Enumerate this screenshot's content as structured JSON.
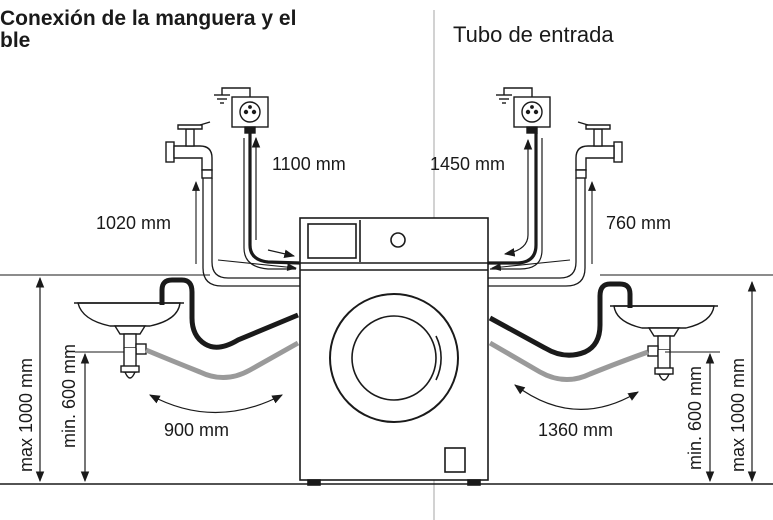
{
  "section_title": {
    "line1": "Conexión de la manguera y el",
    "line2": "ble"
  },
  "column_title": "Tubo de entrada",
  "labels": {
    "power_left": "1100 mm",
    "power_right": "1450 mm",
    "inlet_left": "1020 mm",
    "inlet_right": "760 mm",
    "drain_left": "900 mm",
    "drain_right": "1360 mm",
    "max_height_left": "max 1000 mm",
    "min_height_left": "min. 600 mm",
    "max_height_right": "max 1000 mm",
    "min_height_right": "min. 600 mm"
  },
  "colors": {
    "line": "#1a1a1a",
    "gray_hose": "#9a9a9a",
    "divider": "#b5b5b5"
  }
}
